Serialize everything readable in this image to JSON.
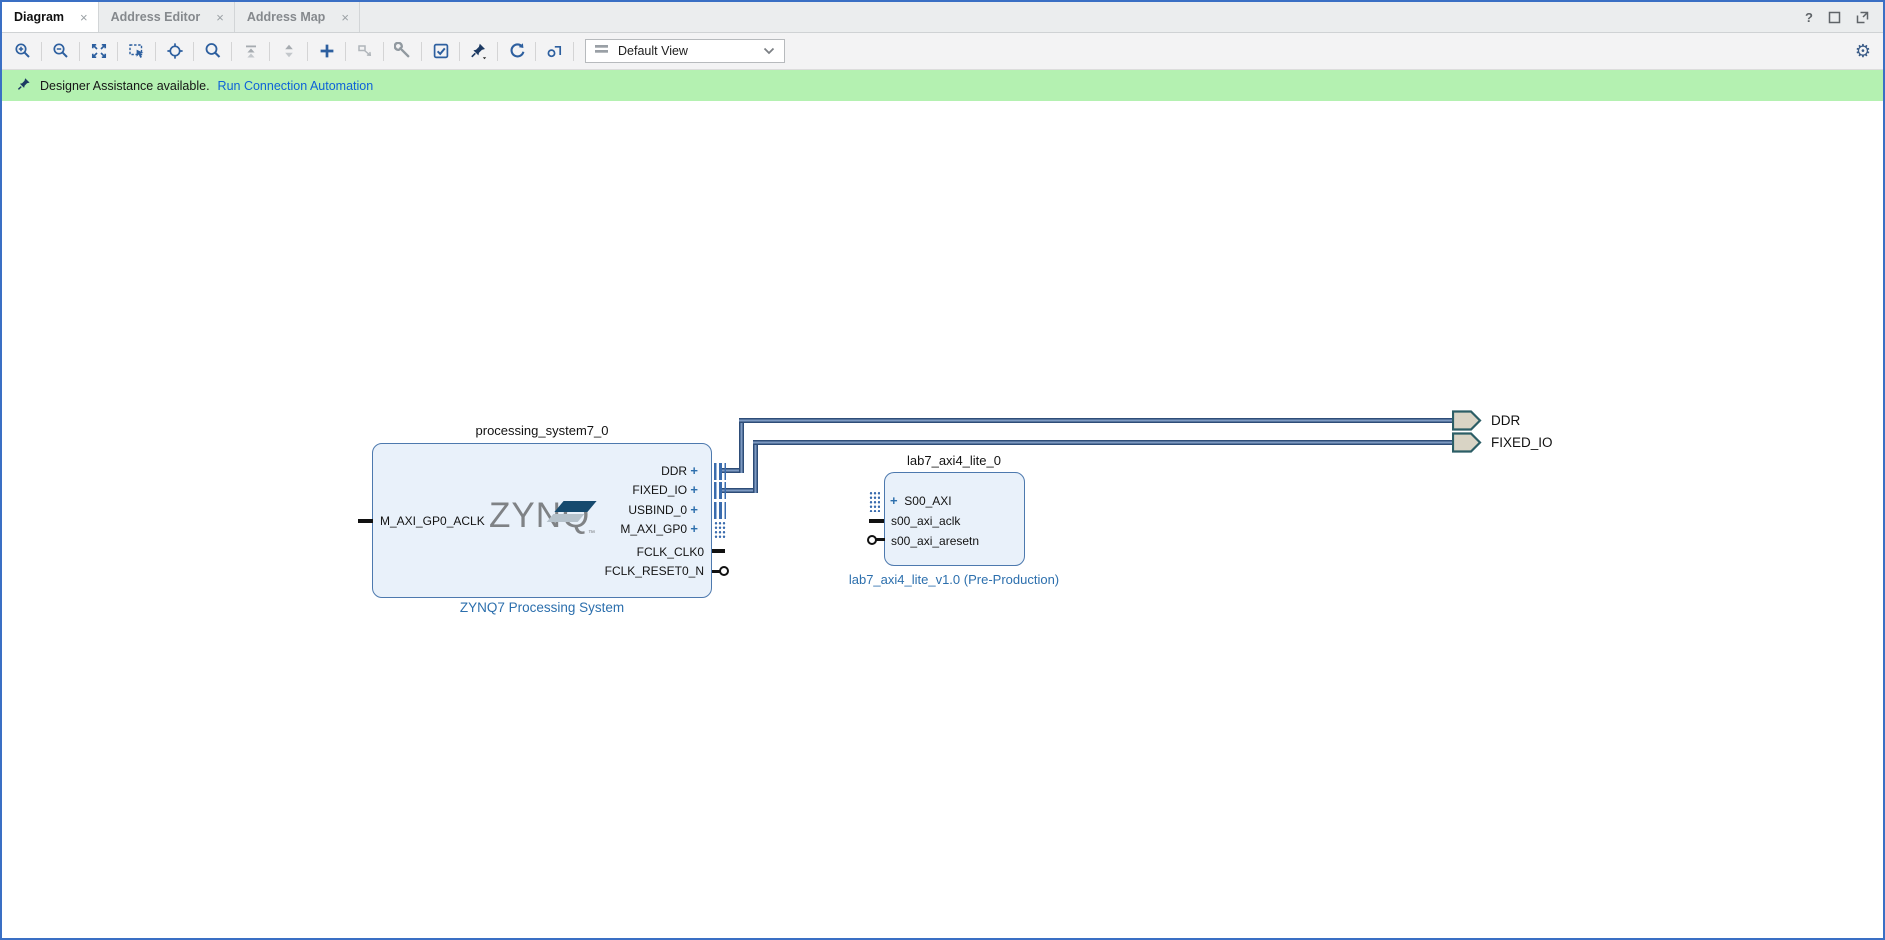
{
  "tabs": {
    "items": [
      {
        "label": "Diagram",
        "close": "×",
        "active": true
      },
      {
        "label": "Address Editor",
        "close": "×",
        "active": false
      },
      {
        "label": "Address Map",
        "close": "×",
        "active": false
      }
    ],
    "help": "?"
  },
  "toolbar": {
    "view_selector": {
      "value": "Default View"
    }
  },
  "banner": {
    "message": "Designer Assistance available.",
    "action": "Run Connection Automation",
    "bg_color": "#b4f1b1",
    "link_color": "#0e62d8"
  },
  "canvas": {
    "zynq_block": {
      "title": "processing_system7_0",
      "subtitle": "ZYNQ7 Processing System",
      "logo_text": "ZYNQ",
      "logo_tm": "™",
      "left_ports": [
        {
          "name": "M_AXI_GP0_ACLK"
        }
      ],
      "right_ports": [
        {
          "name": "DDR",
          "plus": "+"
        },
        {
          "name": "FIXED_IO",
          "plus": "+"
        },
        {
          "name": "USBIND_0",
          "plus": "+"
        },
        {
          "name": "M_AXI_GP0",
          "plus": "+"
        },
        {
          "name": "FCLK_CLK0"
        },
        {
          "name": "FCLK_RESET0_N"
        }
      ]
    },
    "axi_block": {
      "title": "lab7_axi4_lite_0",
      "subtitle": "lab7_axi4_lite_v1.0 (Pre-Production)",
      "left_ports": [
        {
          "name": "S00_AXI",
          "plus": "+"
        },
        {
          "name": "s00_axi_aclk"
        },
        {
          "name": "s00_axi_aresetn"
        }
      ]
    },
    "external_ports": [
      {
        "name": "DDR"
      },
      {
        "name": "FIXED_IO"
      }
    ]
  },
  "colors": {
    "accent_border": "#3a6fc4",
    "block_fill": "#e9f1fa",
    "block_border": "#4d79ae",
    "wire": "#2e4d78",
    "interface_blue": "#3a6cae",
    "ext_port_fill": "#d9d4c5",
    "ext_port_stroke": "#2c5e66",
    "subtitle_blue": "#2c6fad"
  }
}
